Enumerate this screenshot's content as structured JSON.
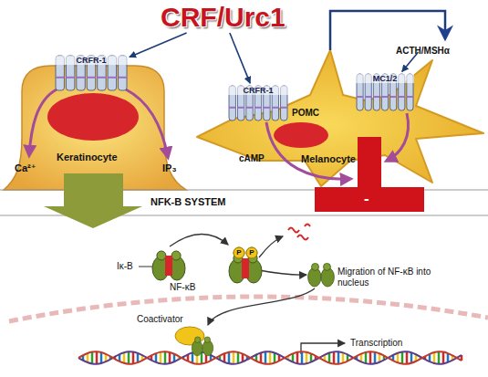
{
  "diagram": {
    "nodes": [
      {
        "text": [
          "CRF/Urc1"
        ]
      },
      {
        "text": [
          "Keratinocyte"
        ]
      },
      {
        "text": [
          "CRFR-1"
        ],
        "in": 1
      },
      {
        "text": [
          "Melanocyte"
        ]
      },
      {
        "text": [
          "CRFR-1"
        ],
        "in": 3
      },
      {
        "text": [
          "MC1/2"
        ],
        "in": 3
      },
      {
        "text": [
          "ACTH/MSHα"
        ]
      },
      {
        "text": [
          "NFK-B SYSTEM"
        ]
      }
    ],
    "edges": [
      {
        "from": 0,
        "to": 2,
        "arrow": "to"
      },
      {
        "from": 0,
        "to": 4,
        "arrow": "to"
      },
      {
        "from": 3,
        "to": 6,
        "arrow": "to"
      },
      {
        "from": 6,
        "to": 5,
        "arrow": "to"
      }
    ],
    "labels": [
      "Ca²⁺",
      "IP₃",
      "POMC",
      "cAMP",
      "-",
      "Iκ-B",
      "NF-κB",
      "P",
      "P",
      "Migration of NF-κB into nucleus",
      "Coactivator",
      "Transcription"
    ]
  }
}
